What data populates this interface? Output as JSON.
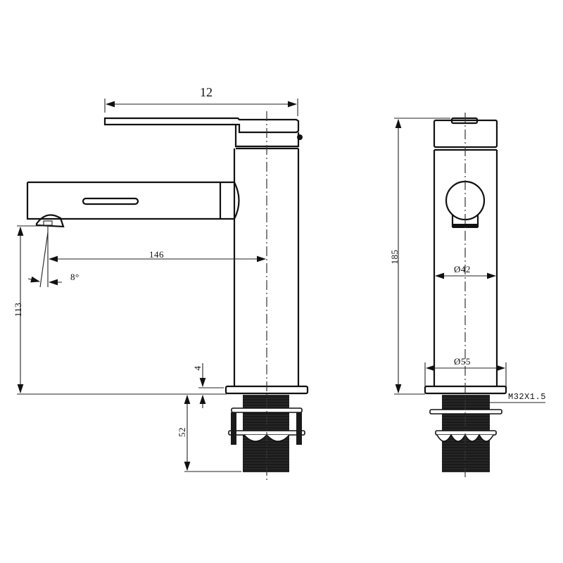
{
  "drawing": {
    "title": "Basin mixer tap technical drawing",
    "views": [
      "side-view",
      "front-view"
    ],
    "side_view": {
      "dimensions": {
        "handle_length": "12",
        "spout_reach": "146",
        "spout_angle": "8°",
        "spout_height": "113",
        "base_thickness": "4",
        "shank_length": "52"
      }
    },
    "front_view": {
      "dimensions": {
        "total_height": "185",
        "body_diameter": "Ø42",
        "base_diameter": "Ø55",
        "thread": "M32X1.5"
      }
    },
    "colors": {
      "line": "#111111",
      "background": "#ffffff",
      "shank_fill": "#1a1a1a"
    }
  }
}
